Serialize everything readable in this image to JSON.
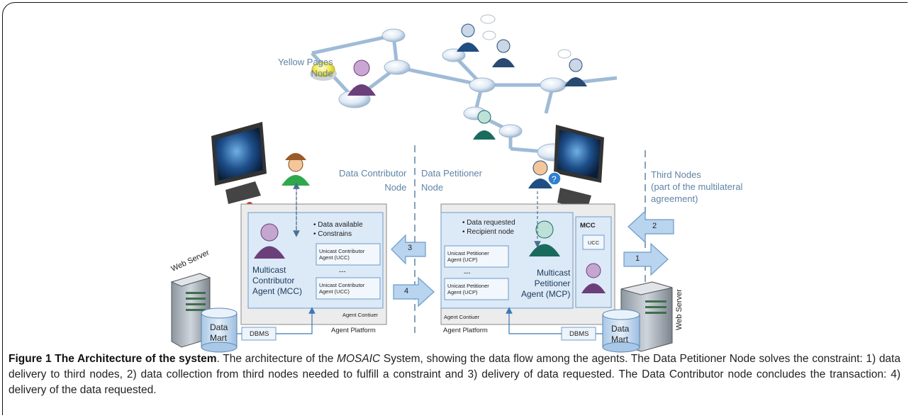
{
  "labels": {
    "yellow_pages": "Yellow Pages\nNode",
    "data_contributor": "Data Contributor\nNode",
    "data_petitioner": "Data Petitioner\nNode",
    "third_nodes": "Third Nodes\n(part of the multilateral\nagreement)",
    "web_server_left": "Web Server",
    "web_server_right": "Web Server",
    "data_mart_left": "Data\nMart",
    "data_mart_right": "Data\nMart",
    "dbms_left": "DBMS",
    "dbms_right": "DBMS",
    "agent_container_left": "Agent Contiuer",
    "agent_platform_left": "Agent Platform",
    "agent_container_right": "Agent Contiuer",
    "agent_platform_right": "Agent Platform",
    "contrib_bullets": "• Data available\n• Constrains",
    "petition_bullets": "• Data requested\n• Recipient node",
    "ucc_top": "Unicast Contributor\nAgent (UCC)",
    "ucc_bottom": "Unicast Contributor\nAgent (UCC)",
    "ucp_top": "Unicast Petitioner\nAgent (UCP)",
    "ucp_bottom": "Unicast Petitioner\nAgent (UCP)",
    "dashes_left": "---",
    "dashes_right": "---",
    "mcc_agent": "Multicast\nContributor\nAgent (MCC)",
    "mcp_agent": "Multicast\nPetitioner\nAgent (MCP)",
    "mcc_box": "MCC",
    "ucc_box": "UCC",
    "arrow_1": "1",
    "arrow_2": "2",
    "arrow_3": "3",
    "arrow_4": "4"
  },
  "caption": {
    "bold": "Figure 1 The Architecture of the system",
    "text_a": ". The architecture of the ",
    "italic": "MOSAIC",
    "text_b": " System, showing the data flow among the agents. The Data Petitioner Node solves the constraint: 1) data delivery to third nodes, 2) data collection from third nodes needed to fulfill a constraint and 3) delivery of data requested. The Data Contributor node concludes the transaction: 4) delivery of the data requested."
  },
  "colors": {
    "node_label": "#5f84a5",
    "container_fill": "#ececec",
    "agent_fill": "#dce9f7",
    "arrow_fill": "#b8d4ef",
    "arrow_stroke": "#6d9bc8"
  }
}
